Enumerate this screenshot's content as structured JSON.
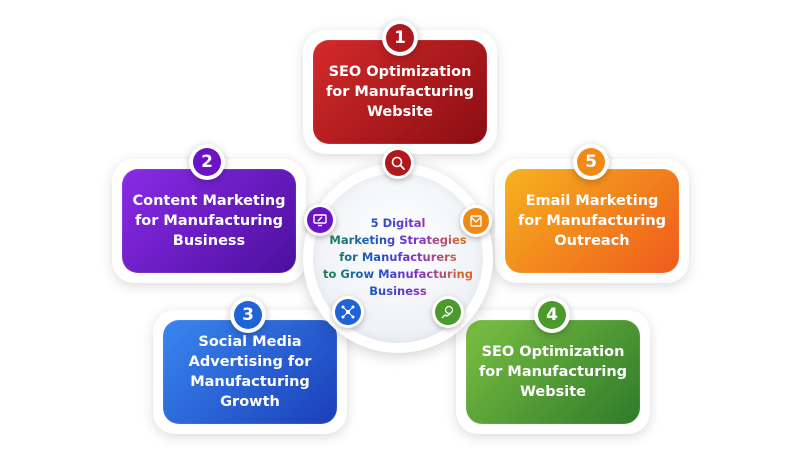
{
  "hub": {
    "title": "5 Digital\nMarketing Strategies\nfor Manufacturers\nto Grow Manufacturing\nBusiness"
  },
  "steps": [
    {
      "number": "1",
      "label": "SEO Optimization\nfor Manufacturing\nWebsite",
      "color": "#b0181d",
      "icon": "seo-magnifier-icon"
    },
    {
      "number": "2",
      "label": "Content Marketing\nfor Manufacturing\nBusiness",
      "color": "#6a14c4",
      "icon": "monitor-pen-icon"
    },
    {
      "number": "3",
      "label": "Social Media\nAdvertising for\nManufacturing\nGrowth",
      "color": "#1f63d6",
      "icon": "network-icon"
    },
    {
      "number": "4",
      "label": "SEO Optimization\nfor Manufacturing\nWebsite",
      "color": "#4a9a2c",
      "icon": "growth-coin-icon"
    },
    {
      "number": "5",
      "label": "Email Marketing\nfor Manufacturing\nOutreach",
      "color": "#f18a14",
      "icon": "email-doc-icon"
    }
  ]
}
